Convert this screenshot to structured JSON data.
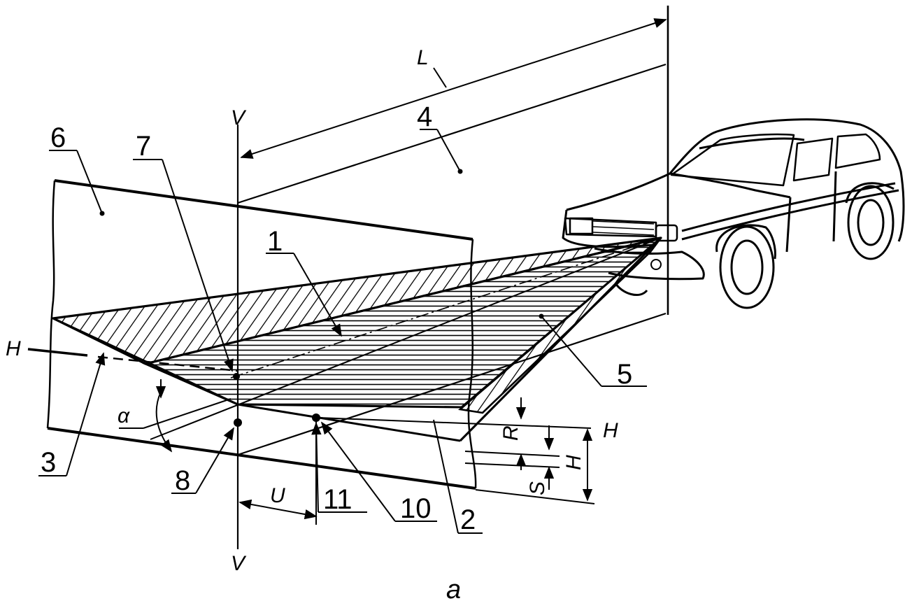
{
  "figure": {
    "caption": "a",
    "callouts": [
      "1",
      "2",
      "3",
      "4",
      "5",
      "6",
      "7",
      "8",
      "10",
      "11"
    ],
    "axis_labels": {
      "v_top": "V",
      "v_bottom": "V",
      "h_left": "H",
      "h_right": "H"
    },
    "dimensions": {
      "distance": "L",
      "offset": "U",
      "height": "H",
      "r": "R",
      "s": "S",
      "angle": "α"
    }
  }
}
